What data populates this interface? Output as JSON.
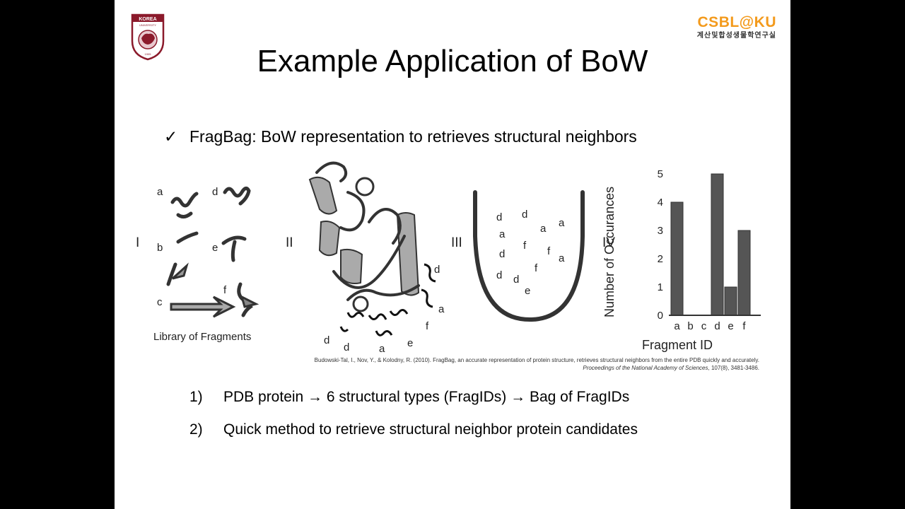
{
  "slide": {
    "title": "Example Application of BoW",
    "logos": {
      "left": {
        "text": "KOREA UNIVERSITY",
        "year": "1905",
        "color": "#8b1a2b"
      },
      "right": {
        "name": "CSBL@KU",
        "subtitle": "계산및합성생물학연구실",
        "color": "#f39a1c"
      }
    },
    "bullet": {
      "marker": "✓",
      "text": "FragBag: BoW representation to retrieves structural neighbors"
    },
    "figure": {
      "panels": [
        "I",
        "II",
        "III",
        "IV"
      ],
      "library_caption": "Library of Fragments",
      "library_fragments": [
        "a",
        "b",
        "c",
        "d",
        "e",
        "f"
      ],
      "structure_labels": [
        "d",
        "a",
        "f",
        "e",
        "a",
        "d",
        "d"
      ],
      "bag_letters": [
        "d",
        "d",
        "a",
        "d",
        "f",
        "a",
        "f",
        "a",
        "a",
        "d",
        "d",
        "f",
        "e"
      ]
    },
    "citation": {
      "line1": "Budowski-Tal, I., Nov, Y., & Kolodny, R. (2010). FragBag, an accurate representation of protein structure, retrieves structural neighbors from the entire PDB quickly and accurately.",
      "journal": "Proceedings of the National Academy of Sciences",
      "rest": ", 107(8), 3481-3486."
    },
    "items": [
      {
        "num": "1)",
        "text": "PDB protein → 6 structural types (FragIDs) → Bag of FragIDs"
      },
      {
        "num": "2)",
        "text": "Quick method to retrieve structural neighbor protein candidates"
      }
    ]
  },
  "chart_data": {
    "type": "bar",
    "categories": [
      "a",
      "b",
      "c",
      "d",
      "e",
      "f"
    ],
    "values": [
      4,
      0,
      0,
      5,
      1,
      3
    ],
    "xlabel": "Fragment ID",
    "ylabel": "Number of Occurances",
    "ylim": [
      0,
      5
    ],
    "yticks": [
      "0",
      "1",
      "2",
      "3",
      "4",
      "5"
    ],
    "bar_color": "#555555",
    "note": ""
  }
}
